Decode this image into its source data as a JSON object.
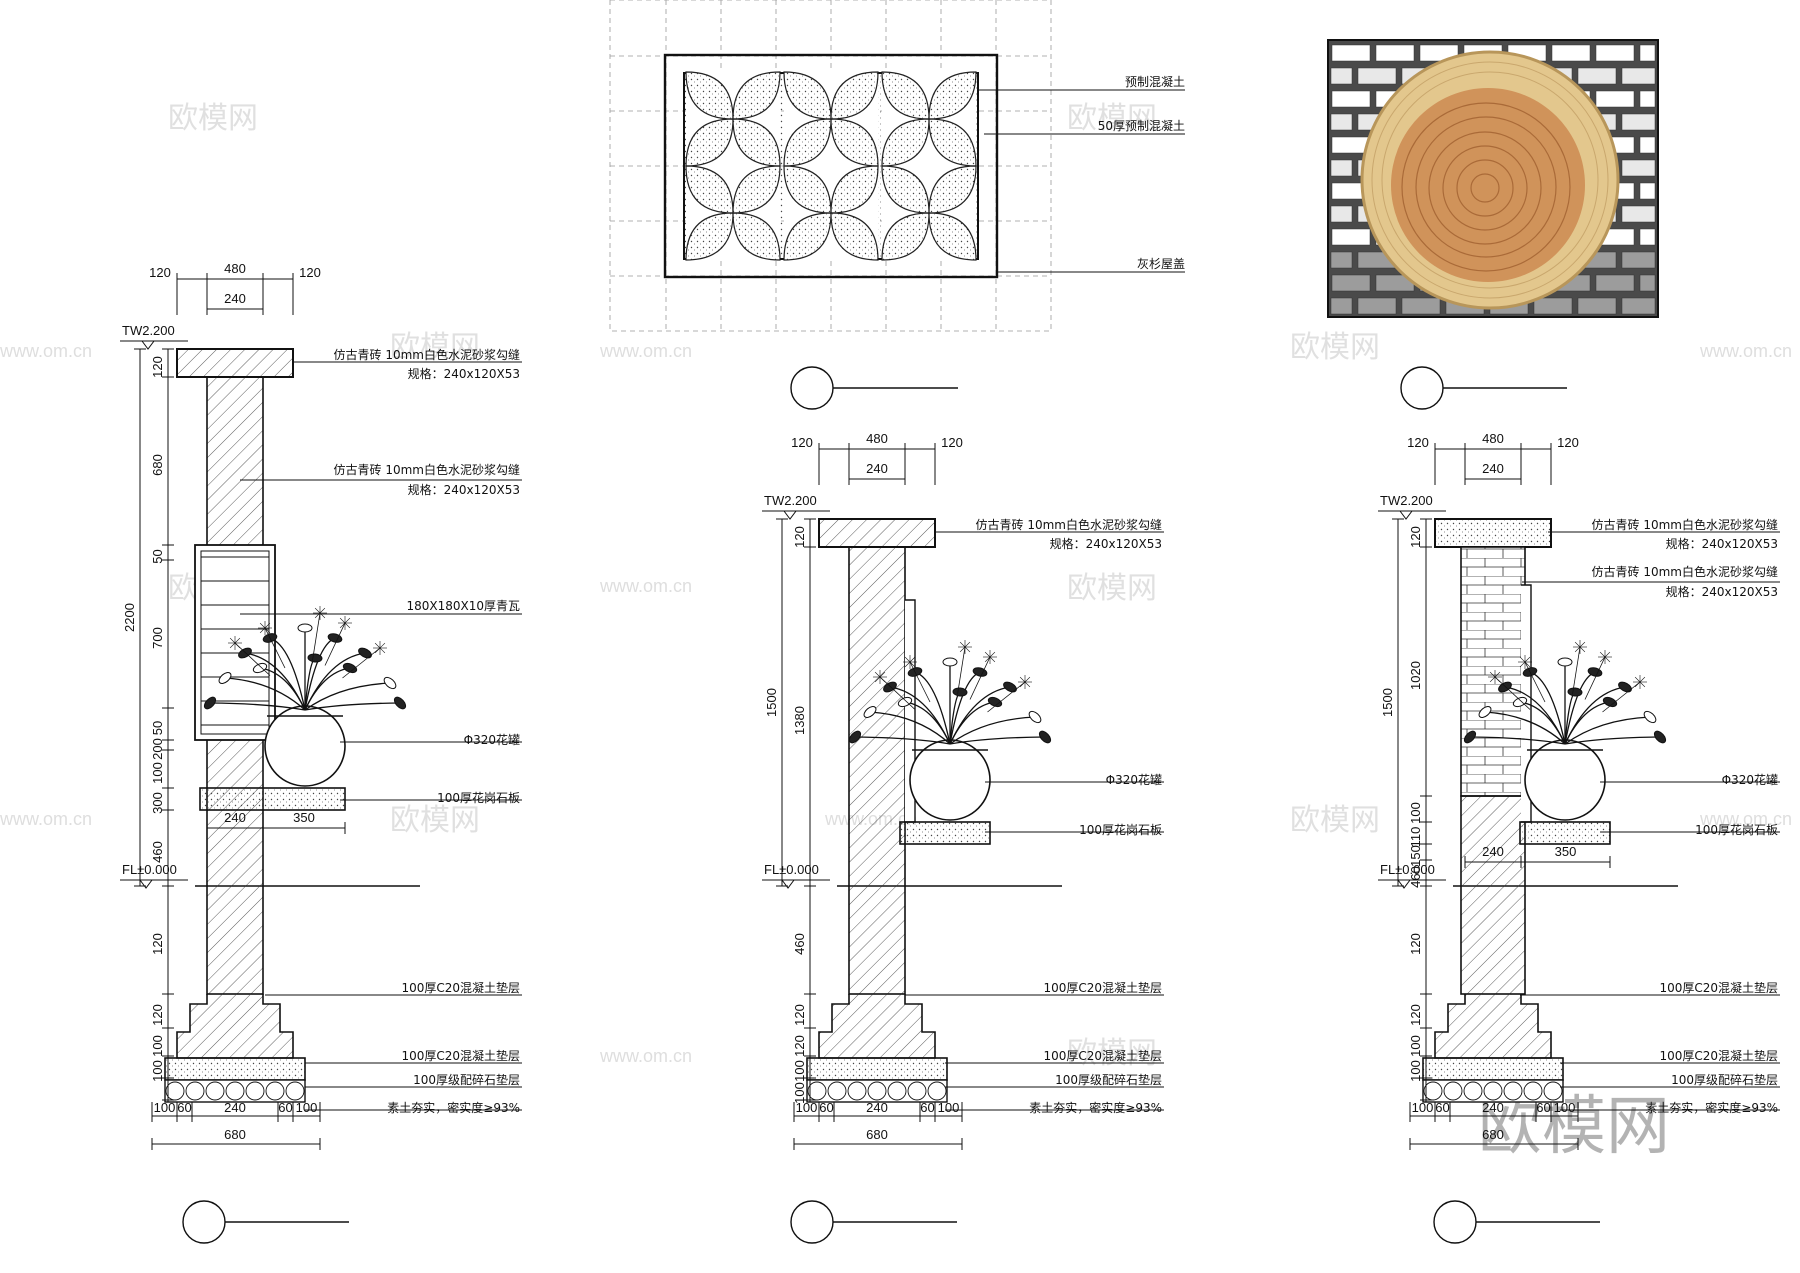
{
  "sections": [
    {
      "id": "left",
      "tw": "TW2.200",
      "fl": "FL±0.000",
      "top_dims": [
        "120",
        "480",
        "120",
        "240"
      ],
      "vert_total": "2200",
      "vert_dims": [
        "120",
        "680",
        "50",
        "700",
        "50",
        "200",
        "100",
        "300",
        "460",
        "120",
        "120",
        "100",
        "100"
      ],
      "bottom_dims": [
        "100",
        "60",
        "240",
        "60",
        "100"
      ],
      "bottom_total": "680",
      "slab_dims": [
        "240",
        "350"
      ],
      "labels": [
        "仿古青砖 10mm白色水泥砂浆勾缝",
        "规格：240x120X53",
        "仿古青砖 10mm白色水泥砂浆勾缝",
        "规格：240x120X53",
        "180X180X10厚青瓦",
        "Φ320花罐",
        "100厚花岗石板",
        "100厚C20混凝土垫层",
        "100厚C20混凝土垫层",
        "100厚级配碎石垫层",
        "素土夯实，密实度≥93%"
      ]
    },
    {
      "id": "middle",
      "tw": "TW2.200",
      "fl": "FL±0.000",
      "top_dims": [
        "120",
        "480",
        "120",
        "240"
      ],
      "vert_total": "1500",
      "vert_dims": [
        "120",
        "1380",
        "460",
        "120",
        "120",
        "100",
        "100"
      ],
      "bottom_dims": [
        "100",
        "60",
        "240",
        "60",
        "100"
      ],
      "bottom_total": "680",
      "labels": [
        "仿古青砖 10mm白色水泥砂浆勾缝",
        "规格：240x120X53",
        "Φ320花罐",
        "100厚花岗石板",
        "100厚C20混凝土垫层",
        "100厚C20混凝土垫层",
        "100厚级配碎石垫层",
        "素土夯实，密实度≥93%"
      ]
    },
    {
      "id": "right",
      "tw": "TW2.200",
      "fl": "FL±0.000",
      "top_dims": [
        "120",
        "480",
        "120",
        "240"
      ],
      "vert_total": "1500",
      "vert_dims": [
        "120",
        "1020",
        "100",
        "110",
        "150",
        "460",
        "120",
        "120",
        "100",
        "100"
      ],
      "bottom_dims": [
        "100",
        "60",
        "240",
        "60",
        "100"
      ],
      "bottom_total": "680",
      "slab_dims": [
        "240",
        "350"
      ],
      "labels": [
        "仿古青砖 10mm白色水泥砂浆勾缝",
        "规格：240x120X53",
        "仿古青砖 10mm白色水泥砂浆勾缝",
        "规格：240x120X53",
        "Φ320花罐",
        "100厚花岗石板",
        "100厚C20混凝土垫层",
        "100厚C20混凝土垫层",
        "100厚级配碎石垫层",
        "素土夯实，密实度≥93%"
      ]
    }
  ],
  "elevation": {
    "labels": [
      "预制混凝土",
      "50厚预制混凝土",
      "灰杉屋盖"
    ]
  },
  "watermarks": {
    "brand": "欧模网",
    "url": "www.om.cn"
  },
  "colors": {
    "line": "#111111",
    "brick_dark": "#4a4a4a",
    "brick_light": "#cfcfcf",
    "wood_outer": "#e0c48a",
    "wood_inner": "#c9823f"
  }
}
